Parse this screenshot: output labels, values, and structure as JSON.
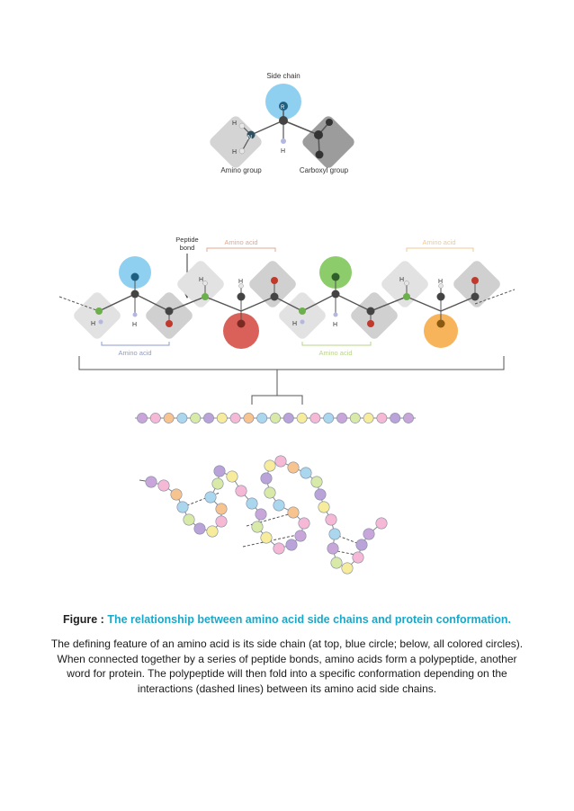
{
  "top_diagram": {
    "side_chain_label": "Side chain",
    "amino_group_label": "Amino group",
    "carboxyl_group_label": "Carboxyl group",
    "atom_r": "R",
    "atom_n": "N",
    "atom_h": "H",
    "colors": {
      "side_chain": "#8fd0f0",
      "amino_box": "#d4d4d4",
      "carboxyl_box": "#9c9c9c"
    }
  },
  "chain_diagram": {
    "peptide_bond_label": "Peptide\nbond",
    "amino_acid_labels": [
      "Amino acid",
      "Amino acid",
      "Amino acid",
      "Amino acid"
    ],
    "side_chain_colors": [
      "#8fd0f0",
      "#d9615a",
      "#8ccc6a",
      "#f7b45a"
    ],
    "label_colors": [
      "#e0a890",
      "#f0c890",
      "#8d9bd1",
      "#b9d48a"
    ]
  },
  "polypeptide": {
    "bead_colors": [
      "#c9a6d9",
      "#f5b9d6",
      "#f7c48f",
      "#aad6ee",
      "#d8e9a8",
      "#b9a3d8",
      "#f7ec9b",
      "#f5b9d6",
      "#f7c48f",
      "#aad6ee",
      "#d8e9a8",
      "#b9a3d8",
      "#f7ec9b",
      "#f5b9d6",
      "#aad6ee",
      "#c9a6d9",
      "#d8e9a8",
      "#f7ec9b",
      "#f5b9d6",
      "#b9a3d8"
    ]
  },
  "caption": {
    "label": "Figure : ",
    "title": "The relationship between amino acid side chains and protein conformation."
  },
  "description": "The defining feature of an amino acid is its side chain (at top, blue circle; below, all colored circles). When connected together by a series of peptide bonds, amino acids form a polypeptide, another word for protein. The polypeptide will then fold into a specific conformation depending on the interactions (dashed lines) between its amino acid side chains."
}
